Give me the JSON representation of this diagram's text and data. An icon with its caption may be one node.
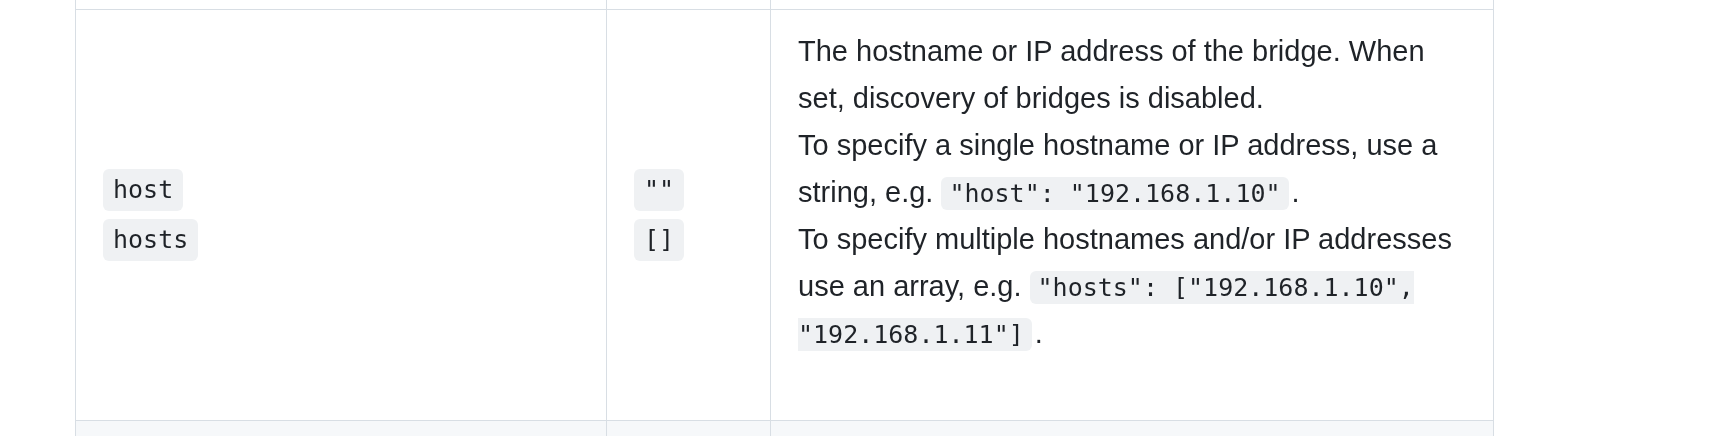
{
  "diagram": {
    "labels": [
      "host",
      "hosts",
      "\"\"",
      "[]",
      "The hostname or IP address of the bridge. When set, discovery of bridges is disabled.",
      "To specify a single hostname or IP address, use a string, e.g.",
      "\"host\": \"192.168.1.10\"",
      ".",
      "To specify multiple hostnames and/or IP addresses use an array, e.g.",
      "\"hosts\": [\"192.168.1.10\", \"192.168.1.11\"]",
      "."
    ]
  }
}
